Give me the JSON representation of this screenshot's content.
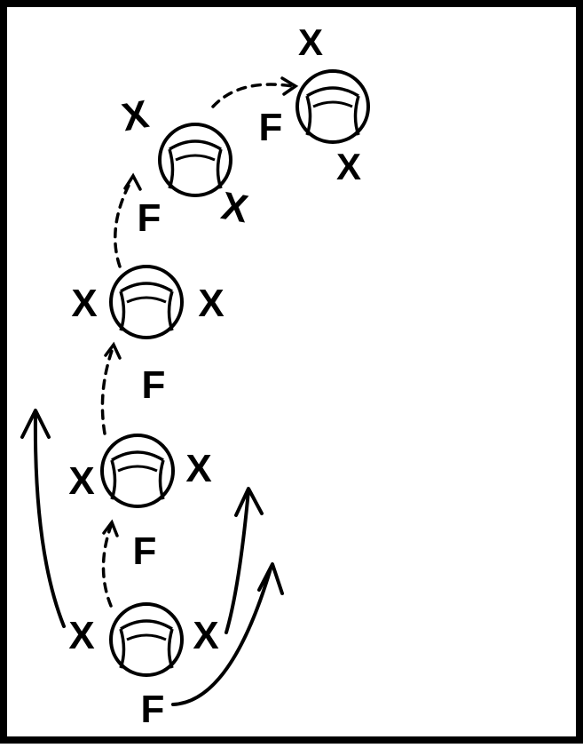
{
  "diagram": {
    "labels": {
      "player": "X",
      "feeder": "F"
    },
    "colors": {
      "ink": "#000000",
      "background": "#ffffff"
    },
    "stations": [
      {
        "id": "station-1",
        "players": 2,
        "feeder": true
      },
      {
        "id": "station-2",
        "players": 2,
        "feeder": true
      },
      {
        "id": "station-3",
        "players": 2,
        "feeder": true
      },
      {
        "id": "station-4",
        "players": 2,
        "feeder": true
      },
      {
        "id": "station-5",
        "players": 2,
        "feeder": true
      }
    ],
    "pass_arrows": 4,
    "run_arrows": 3,
    "icons": [
      "ball-icon",
      "dashed-pass-arrow",
      "solid-run-arrow"
    ]
  }
}
